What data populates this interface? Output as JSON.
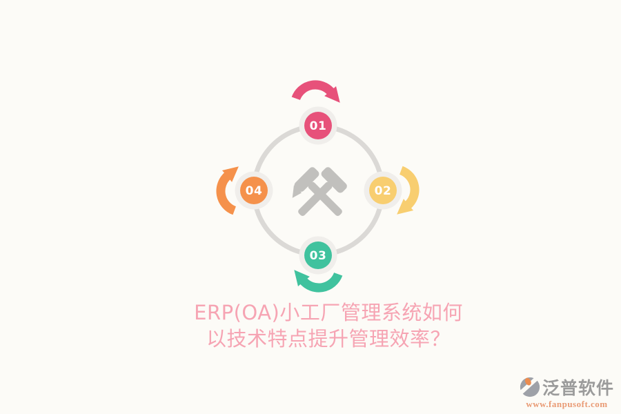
{
  "background_color": "#FCFBF7",
  "diagram": {
    "ring_color": "#DBD9D6",
    "badge_halo_color": "#F0EEEB",
    "icon_color": "#C1C0BD",
    "center_icon": "crossed-hammers",
    "flow_direction": "clockwise",
    "steps": [
      {
        "label": "01",
        "color": "#E7517A",
        "position": "top"
      },
      {
        "label": "02",
        "color": "#F8CE70",
        "position": "right"
      },
      {
        "label": "03",
        "color": "#40C29E",
        "position": "bottom"
      },
      {
        "label": "04",
        "color": "#F5914B",
        "position": "left"
      }
    ]
  },
  "title": {
    "line1": "ERP(OA)小工厂管理系统如何",
    "line2": "以技术特点提升管理效率？",
    "color": "#F6A4B3"
  },
  "logo": {
    "name": "泛普软件",
    "url": "www.fanpusoft.com",
    "name_color": "#9B9B9B",
    "url_color": "#E99A74",
    "icon_gray": "#9EA1A8",
    "icon_orange": "#EC8C4F"
  }
}
